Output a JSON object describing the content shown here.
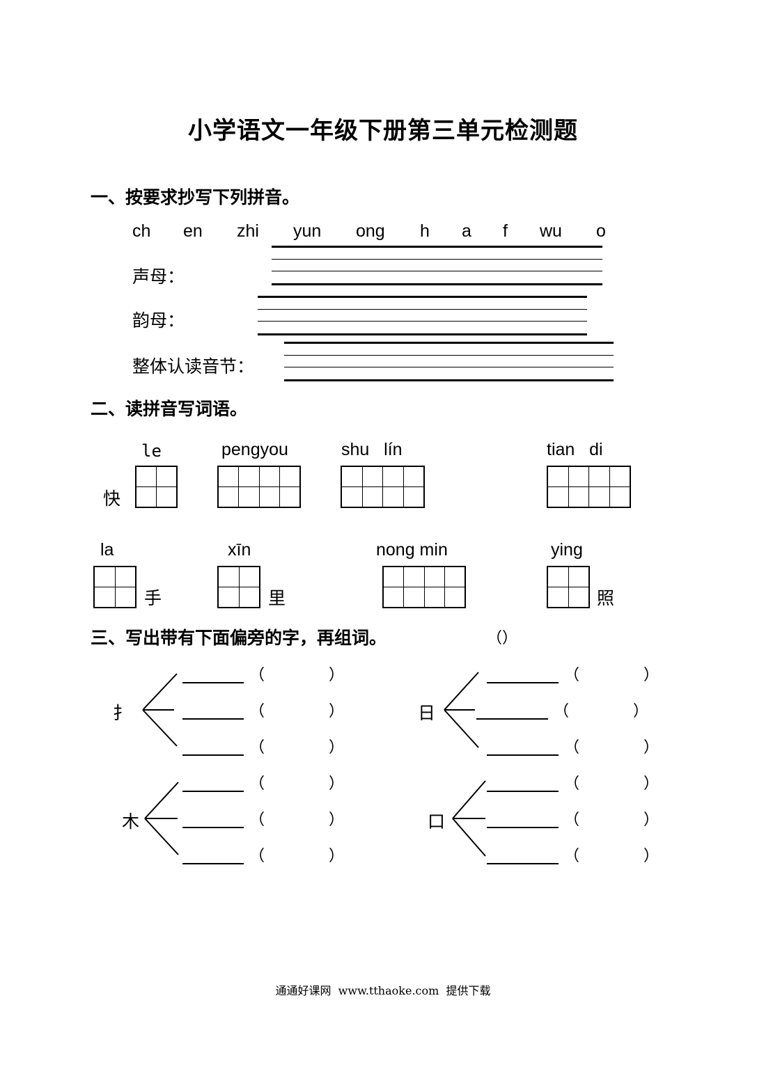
{
  "title": "小学语文一年级下册第三单元检测题",
  "section1": {
    "heading": "一、按要求抄写下列拼音。",
    "syllables": [
      "ch",
      "en",
      "zhi",
      "yun",
      "ong",
      "h",
      "a",
      "f",
      "wu",
      "o"
    ],
    "label_initials": "声母：",
    "label_finals": "韵母：",
    "label_whole": "整体认读音节："
  },
  "section2": {
    "heading": "二、读拼音写词语。",
    "row1": {
      "item1_pinyin": "le",
      "item1_prefix": "快",
      "item2_pinyin": "pengyou",
      "item3_pinyin": "shu   lín",
      "item4_pinyin": "tian   di"
    },
    "row2": {
      "item1_pinyin": "la",
      "item1_suffix": "手",
      "item2_pinyin": "xīn",
      "item2_suffix": "里",
      "item3_pinyin": "nong min",
      "item4_pinyin": "ying",
      "item4_suffix": "照"
    }
  },
  "section3": {
    "heading": "三、写出带有下面偏旁的字，再组词。",
    "stray_parens": "（）",
    "radicals": [
      "扌",
      "日",
      "木",
      "口"
    ],
    "open_paren": "（",
    "close_paren": "）"
  },
  "footer": "通通好课网  www.tthaoke.com  提供下载"
}
